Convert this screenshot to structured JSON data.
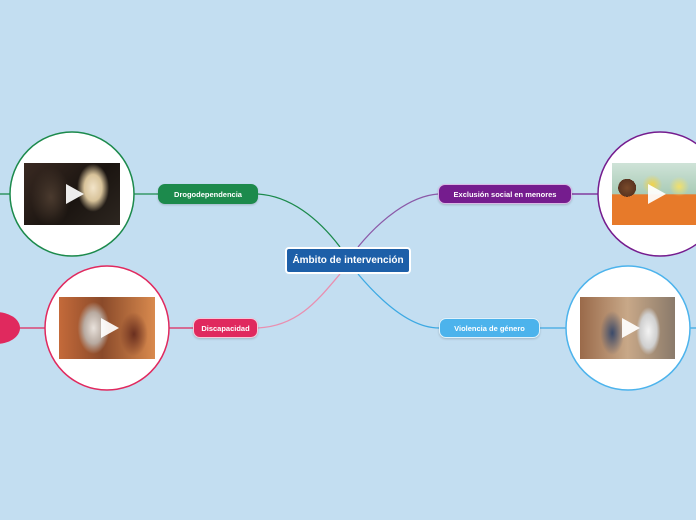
{
  "central": {
    "label": "Ámbito de intervención",
    "color": "#1d5fa8"
  },
  "topics": [
    {
      "id": "drog",
      "label": "Drogodependencia",
      "color": "#1c8a4c",
      "media": "video-thumbnail"
    },
    {
      "id": "disc",
      "label": "Discapacidad",
      "color": "#e0295e",
      "media": "video-thumbnail"
    },
    {
      "id": "excl",
      "label": "Exclusión social en menores",
      "color": "#751c8e",
      "media": "video-thumbnail"
    },
    {
      "id": "viol",
      "label": "Violencia de género",
      "color": "#4cb3ec",
      "media": "video-thumbnail"
    }
  ],
  "colors": {
    "background": "#c3def1"
  },
  "icons": [
    "play-icon"
  ]
}
